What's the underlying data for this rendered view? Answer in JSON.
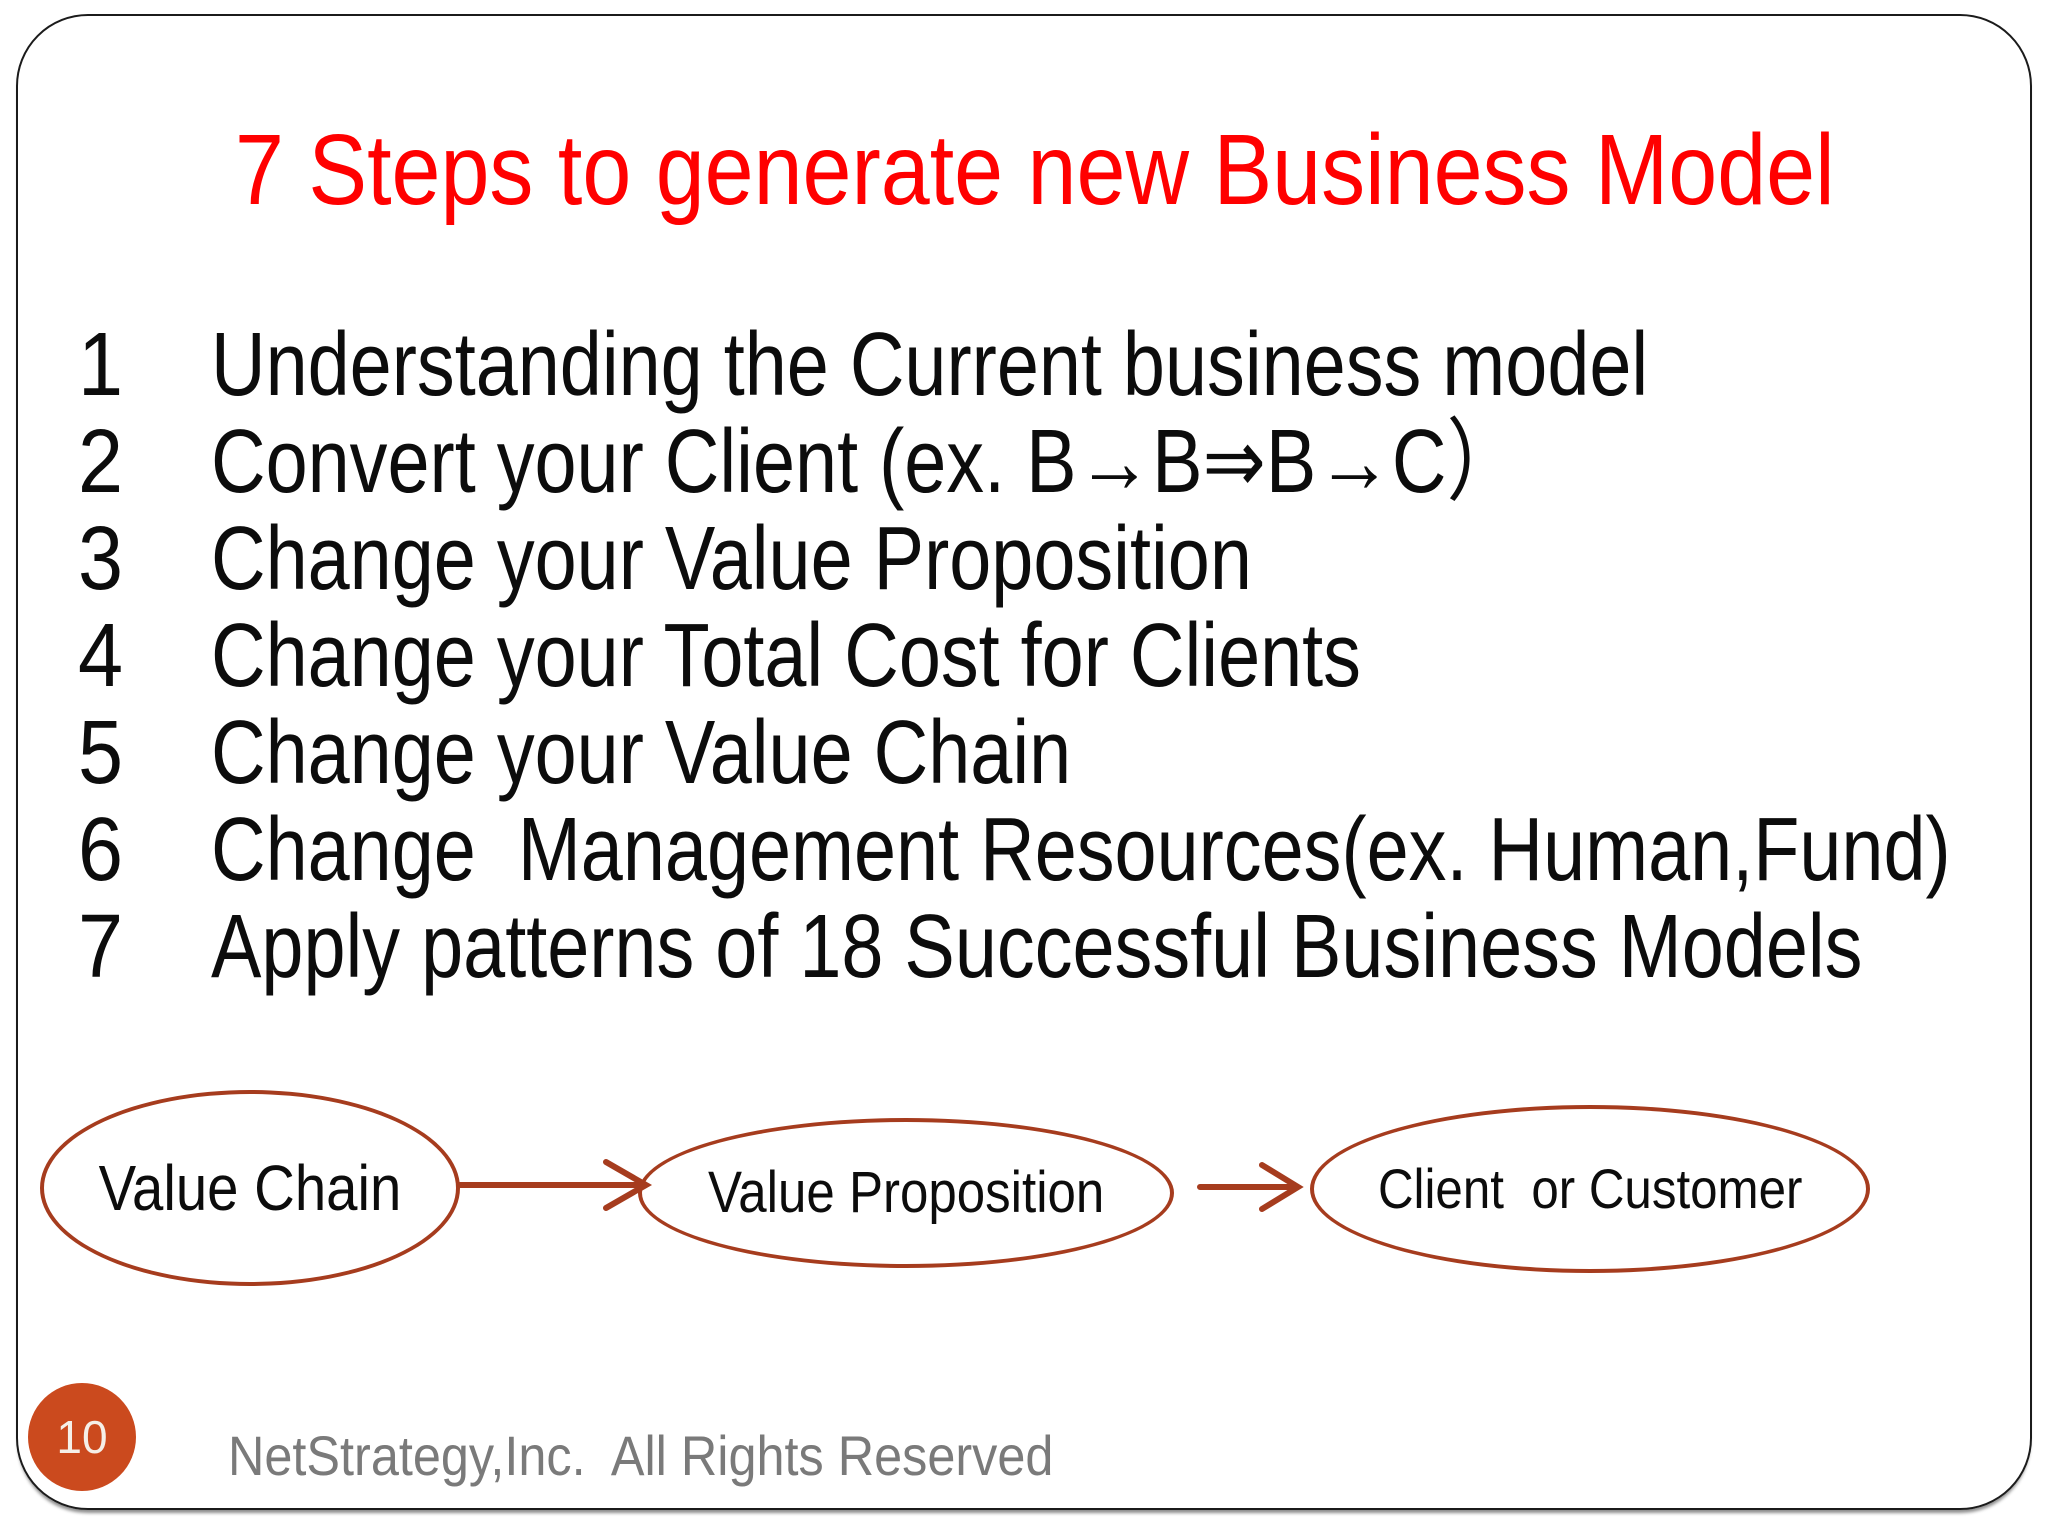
{
  "slide": {
    "title": "7 Steps to generate new Business Model",
    "title_color": "#ff0000",
    "accent_color": "#a63c1e",
    "steps": [
      {
        "num": "1",
        "text": "Understanding the Current business model"
      },
      {
        "num": "2",
        "text": "Convert your Client (ex. B→B⇒B→C）"
      },
      {
        "num": "3",
        "text": "Change your Value Proposition"
      },
      {
        "num": "4",
        "text": "Change your Total Cost for Clients"
      },
      {
        "num": "5",
        "text": "Change your Value Chain"
      },
      {
        "num": "6",
        "text": "Change  Management Resources(ex. Human,Fund)"
      },
      {
        "num": "7",
        "text": "Apply patterns of 18 Successful Business Models"
      }
    ],
    "diagram": {
      "nodes": [
        {
          "label": "Value Chain"
        },
        {
          "label": "Value Proposition"
        },
        {
          "label": "Client  or Customer"
        }
      ]
    },
    "footer": {
      "page_number": "10",
      "page_badge_color": "#cb4a1e",
      "copyright": "NetStrategy,Inc.  All Rights Reserved",
      "copyright_color": "#7a7a7a"
    }
  }
}
